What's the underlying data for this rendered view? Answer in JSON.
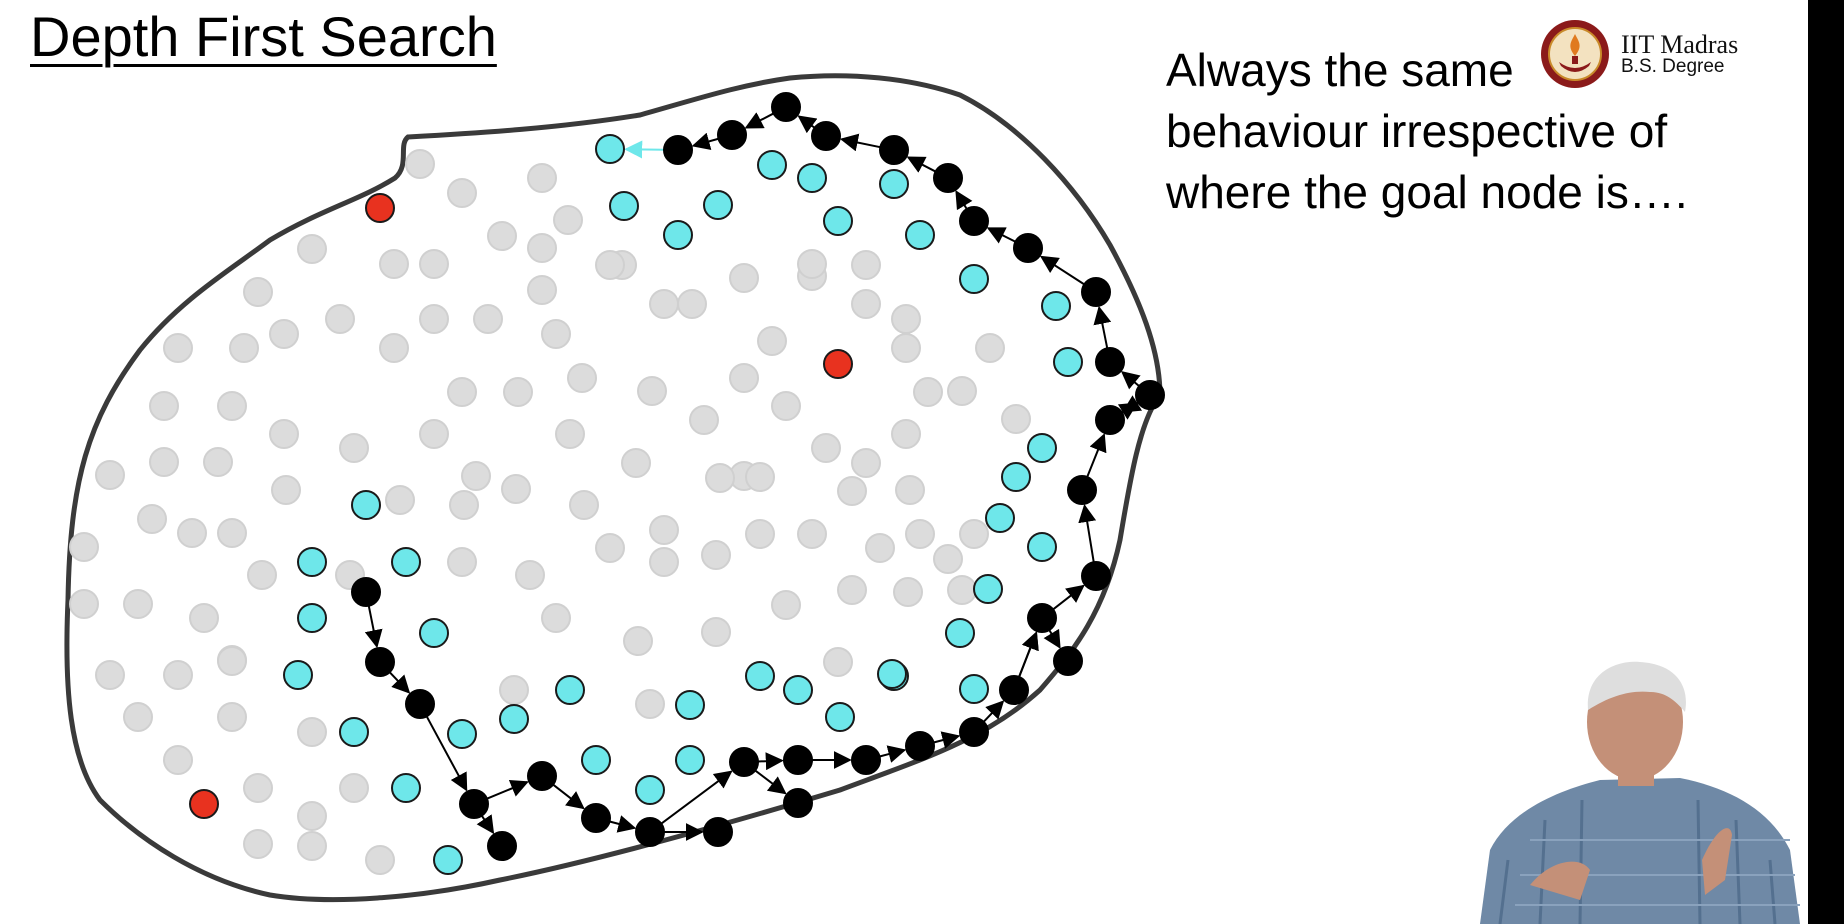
{
  "slide": {
    "title": "Depth First Search",
    "caption_lines": [
      "Always the same",
      "behaviour irrespective of",
      "where the goal node is…."
    ]
  },
  "logo": {
    "name": "IIT Madras",
    "subtitle": "B.S. Degree"
  },
  "colors": {
    "unvisited": "#dcdcdc",
    "frontier": "#6ee7ea",
    "visited": "#000000",
    "goal": "#e8321f",
    "boundary": "#3a3a3a",
    "slide_background": "#ffffff",
    "side_bar": "#000000"
  },
  "graph": {
    "node_types": [
      "unvisited",
      "frontier (open)",
      "visited (closed)",
      "goal"
    ]
  },
  "presenter": {
    "description": "presenter video overlay"
  }
}
